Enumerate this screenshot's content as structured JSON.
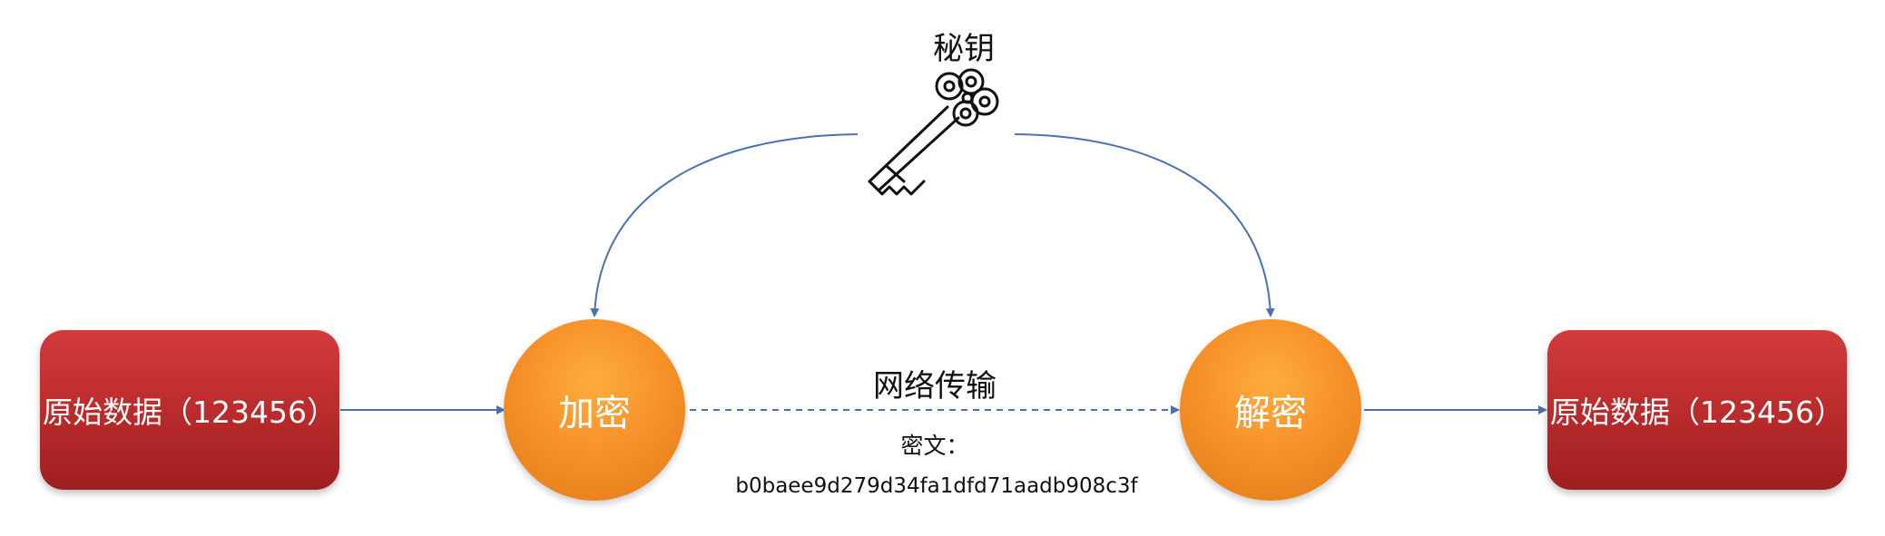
{
  "key": {
    "label": "秘钥",
    "icon": "key-icon"
  },
  "source_box": {
    "label": "原始数据（123456）"
  },
  "encrypt_node": {
    "label": "加密"
  },
  "decrypt_node": {
    "label": "解密"
  },
  "target_box": {
    "label": "原始数据（123456）"
  },
  "channel": {
    "label": "网络传输",
    "ciphertext_label": "密文：",
    "ciphertext_value": "b0baee9d279d34fa1dfd71aadb908c3f"
  },
  "colors": {
    "box_red": "#c0302f",
    "circle_orange": "#f7922a",
    "connector_blue": "#4a72b0"
  }
}
